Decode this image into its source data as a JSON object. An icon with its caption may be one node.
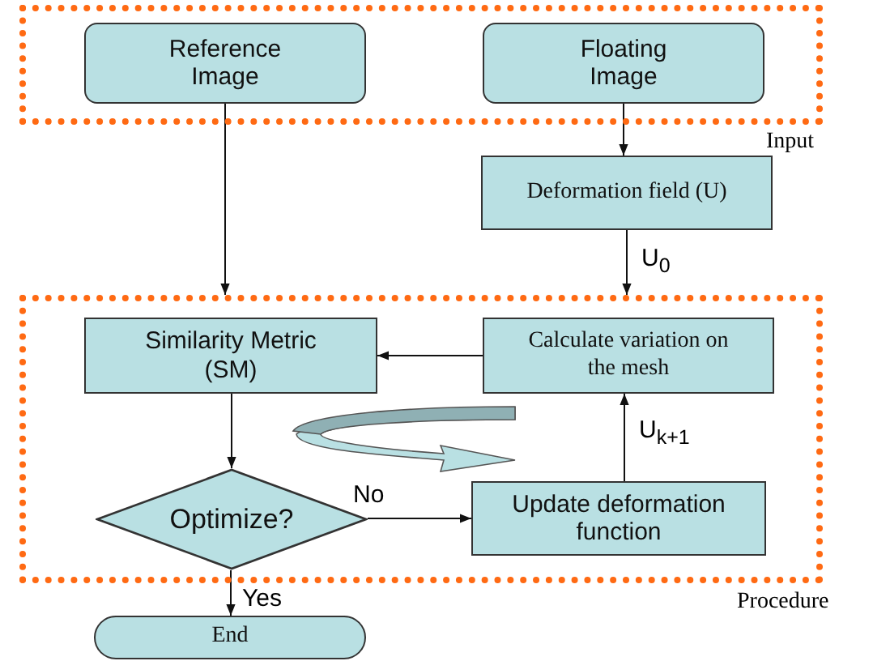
{
  "diagram": {
    "nodes": [
      {
        "text": [
          "Input"
        ]
      },
      {
        "text": [
          "Reference Image"
        ],
        "in": 0
      },
      {
        "text": [
          "Floating Image"
        ],
        "in": 0
      },
      {
        "text": [
          "Deformation field (U)"
        ]
      },
      {
        "text": [
          "Procedure"
        ]
      },
      {
        "text": [
          "Similarity Metric (SM)"
        ],
        "in": 4
      },
      {
        "text": [
          "Calculate variation on the mesh"
        ],
        "in": 4
      },
      {
        "text": [
          "Optimize?"
        ],
        "in": 4
      },
      {
        "text": [
          "Update deformation function"
        ],
        "in": 4
      },
      {
        "text": [
          "End"
        ]
      }
    ],
    "edges": [
      {
        "from": 1,
        "to": 4,
        "arrow": "to"
      },
      {
        "from": 2,
        "to": 3,
        "arrow": "to"
      },
      {
        "from": 3,
        "to": 4,
        "arrow": "to",
        "label": "U$_{0}$"
      },
      {
        "from": 6,
        "to": 5,
        "arrow": "to"
      },
      {
        "from": 5,
        "to": 7,
        "arrow": "to"
      },
      {
        "from": 7,
        "to": 8,
        "arrow": "to",
        "label": "No"
      },
      {
        "from": 8,
        "to": 6,
        "arrow": "to",
        "label": "U$_{k+1}$"
      },
      {
        "from": 7,
        "to": 9,
        "arrow": "to",
        "label": "Yes"
      }
    ]
  }
}
